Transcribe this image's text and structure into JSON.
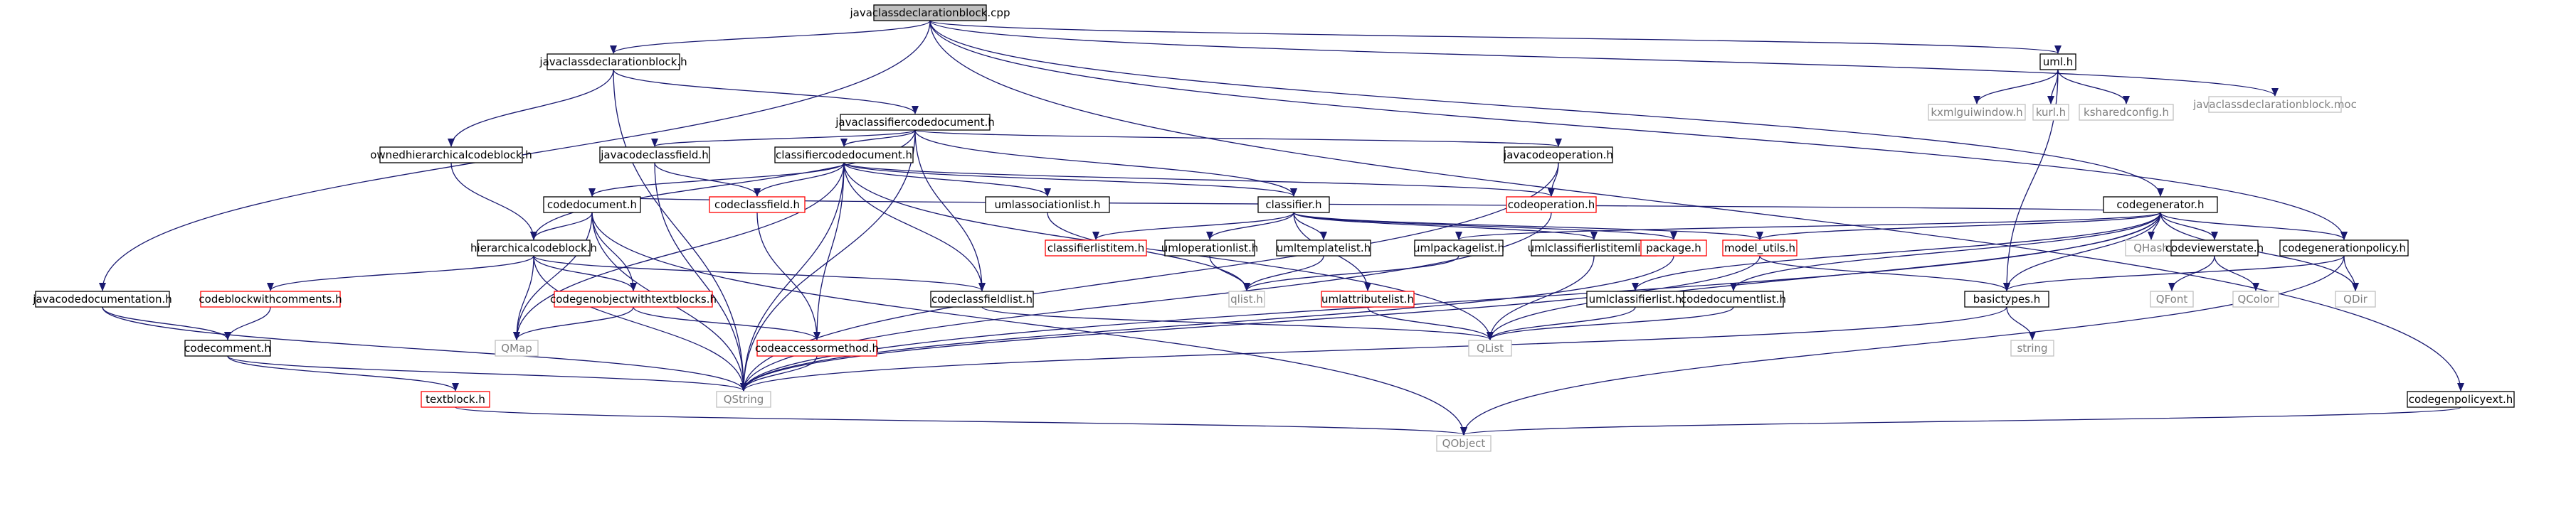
{
  "colors": {
    "edge": "#191970",
    "root_fill": "#bfbfbf",
    "normal_border": "#000000",
    "missing_border": "#ff0000",
    "external_border": "#bfbfbf",
    "external_text": "#808080"
  },
  "nodes": [
    {
      "id": "root",
      "label": "javaclassdeclarationblock.cpp",
      "kind": "root"
    },
    {
      "id": "jcdb_h",
      "label": "javaclassdeclarationblock.h",
      "kind": "normal"
    },
    {
      "id": "uml_h",
      "label": "uml.h",
      "kind": "normal"
    },
    {
      "id": "jcdb_moc",
      "label": "javaclassdeclarationblock.moc",
      "kind": "external"
    },
    {
      "id": "kxml",
      "label": "kxmlguiwindow.h",
      "kind": "external"
    },
    {
      "id": "kurl",
      "label": "kurl.h",
      "kind": "external"
    },
    {
      "id": "ksharedconfig",
      "label": "ksharedconfig.h",
      "kind": "external"
    },
    {
      "id": "jccd",
      "label": "javaclassifiercodedocument.h",
      "kind": "normal"
    },
    {
      "id": "ohcb",
      "label": "ownedhierarchicalcodeblock.h",
      "kind": "normal"
    },
    {
      "id": "jcf",
      "label": "javacodeclassfield.h",
      "kind": "normal"
    },
    {
      "id": "ccd",
      "label": "classifiercodedocument.h",
      "kind": "normal"
    },
    {
      "id": "jco",
      "label": "javacodeoperation.h",
      "kind": "normal"
    },
    {
      "id": "codegen",
      "label": "codegenerator.h",
      "kind": "normal"
    },
    {
      "id": "codedoc",
      "label": "codedocument.h",
      "kind": "normal"
    },
    {
      "id": "codeclassfield",
      "label": "codeclassfield.h",
      "kind": "missing"
    },
    {
      "id": "umlassoc",
      "label": "umlassociationlist.h",
      "kind": "normal"
    },
    {
      "id": "classifier",
      "label": "classifier.h",
      "kind": "normal"
    },
    {
      "id": "codeop",
      "label": "codeoperation.h",
      "kind": "missing"
    },
    {
      "id": "qhash",
      "label": "QHash",
      "kind": "external"
    },
    {
      "id": "cvs",
      "label": "codeviewerstate.h",
      "kind": "normal"
    },
    {
      "id": "cgp",
      "label": "codegenerationpolicy.h",
      "kind": "normal"
    },
    {
      "id": "hcb",
      "label": "hierarchicalcodeblock.h",
      "kind": "normal"
    },
    {
      "id": "cli",
      "label": "classifierlistitem.h",
      "kind": "missing"
    },
    {
      "id": "umlop",
      "label": "umloperationlist.h",
      "kind": "normal"
    },
    {
      "id": "umltmpl",
      "label": "umltemplatelist.h",
      "kind": "normal"
    },
    {
      "id": "umlpkg",
      "label": "umlpackagelist.h",
      "kind": "normal"
    },
    {
      "id": "umlcli",
      "label": "umlclassifierlistitemlist.h",
      "kind": "normal"
    },
    {
      "id": "package",
      "label": "package.h",
      "kind": "missing"
    },
    {
      "id": "modelutils",
      "label": "model_utils.h",
      "kind": "missing"
    },
    {
      "id": "jcdoc",
      "label": "javacodedocumentation.h",
      "kind": "normal"
    },
    {
      "id": "cbwc",
      "label": "codeblockwithcomments.h",
      "kind": "missing"
    },
    {
      "id": "cowtb",
      "label": "codegenobjectwithtextblocks.h",
      "kind": "missing"
    },
    {
      "id": "ccfl",
      "label": "codeclassfieldlist.h",
      "kind": "normal"
    },
    {
      "id": "qlist_h",
      "label": "qlist.h",
      "kind": "external"
    },
    {
      "id": "umlattr",
      "label": "umlattributelist.h",
      "kind": "missing"
    },
    {
      "id": "umlcl",
      "label": "umlclassifierlist.h",
      "kind": "normal"
    },
    {
      "id": "cdl",
      "label": "codedocumentlist.h",
      "kind": "normal"
    },
    {
      "id": "basictypes",
      "label": "basictypes.h",
      "kind": "normal"
    },
    {
      "id": "qfont",
      "label": "QFont",
      "kind": "external"
    },
    {
      "id": "qcolor",
      "label": "QColor",
      "kind": "external"
    },
    {
      "id": "qdir",
      "label": "QDir",
      "kind": "external"
    },
    {
      "id": "codecomment",
      "label": "codecomment.h",
      "kind": "normal"
    },
    {
      "id": "qmap",
      "label": "QMap",
      "kind": "external"
    },
    {
      "id": "cam",
      "label": "codeaccessormethod.h",
      "kind": "missing"
    },
    {
      "id": "qlist",
      "label": "QList",
      "kind": "external"
    },
    {
      "id": "string",
      "label": "string",
      "kind": "external"
    },
    {
      "id": "textblock",
      "label": "textblock.h",
      "kind": "missing"
    },
    {
      "id": "qstring",
      "label": "QString",
      "kind": "external"
    },
    {
      "id": "cgpext",
      "label": "codegenpolicyext.h",
      "kind": "normal"
    },
    {
      "id": "qobject",
      "label": "QObject",
      "kind": "external"
    }
  ],
  "edges": [
    [
      "root",
      "jcdb_h"
    ],
    [
      "root",
      "uml_h"
    ],
    [
      "root",
      "jcdb_moc"
    ],
    [
      "root",
      "jcdoc"
    ],
    [
      "root",
      "codegen"
    ],
    [
      "root",
      "cgp"
    ],
    [
      "root",
      "cgpext"
    ],
    [
      "uml_h",
      "kxml"
    ],
    [
      "uml_h",
      "kurl"
    ],
    [
      "uml_h",
      "ksharedconfig"
    ],
    [
      "uml_h",
      "basictypes"
    ],
    [
      "jcdb_h",
      "jccd"
    ],
    [
      "jcdb_h",
      "ohcb"
    ],
    [
      "jcdb_h",
      "qstring"
    ],
    [
      "jccd",
      "jcf"
    ],
    [
      "jccd",
      "ccd"
    ],
    [
      "jccd",
      "jco"
    ],
    [
      "jccd",
      "classifier"
    ],
    [
      "jccd",
      "hcb"
    ],
    [
      "jccd",
      "ccfl"
    ],
    [
      "jccd",
      "qstring"
    ],
    [
      "ohcb",
      "hcb"
    ],
    [
      "jcf",
      "codeclassfield"
    ],
    [
      "jcf",
      "qstring"
    ],
    [
      "ccd",
      "codedoc"
    ],
    [
      "ccd",
      "codeclassfield"
    ],
    [
      "ccd",
      "umlassoc"
    ],
    [
      "ccd",
      "classifier"
    ],
    [
      "ccd",
      "codeop"
    ],
    [
      "ccd",
      "ccfl"
    ],
    [
      "ccd",
      "cam"
    ],
    [
      "ccd",
      "qlist"
    ],
    [
      "ccd",
      "qmap"
    ],
    [
      "ccd",
      "qstring"
    ],
    [
      "jco",
      "codeop"
    ],
    [
      "jco",
      "qstring"
    ],
    [
      "codegen",
      "codedoc"
    ],
    [
      "codegen",
      "qhash"
    ],
    [
      "codegen",
      "cvs"
    ],
    [
      "codegen",
      "cgp"
    ],
    [
      "codegen",
      "umlpkg"
    ],
    [
      "codegen",
      "umlcl"
    ],
    [
      "codegen",
      "cdl"
    ],
    [
      "codegen",
      "basictypes"
    ],
    [
      "codegen",
      "modelutils"
    ],
    [
      "codegen",
      "qlist"
    ],
    [
      "codegen",
      "qdir"
    ],
    [
      "codegen",
      "qstring"
    ],
    [
      "codedoc",
      "hcb"
    ],
    [
      "codedoc",
      "cowtb"
    ],
    [
      "codedoc",
      "qmap"
    ],
    [
      "codedoc",
      "qstring"
    ],
    [
      "codedoc",
      "qobject"
    ],
    [
      "codeclassfield",
      "cam"
    ],
    [
      "umlassoc",
      "qlist_h"
    ],
    [
      "classifier",
      "cli"
    ],
    [
      "classifier",
      "umlop"
    ],
    [
      "classifier",
      "umltmpl"
    ],
    [
      "classifier",
      "umlcli"
    ],
    [
      "classifier",
      "package"
    ],
    [
      "classifier",
      "umlattr"
    ],
    [
      "classifier",
      "modelutils"
    ],
    [
      "codeop",
      "qstring"
    ],
    [
      "cvs",
      "qfont"
    ],
    [
      "cvs",
      "qcolor"
    ],
    [
      "cgp",
      "basictypes"
    ],
    [
      "cgp",
      "qdir"
    ],
    [
      "cgp",
      "qobject"
    ],
    [
      "hcb",
      "cbwc"
    ],
    [
      "hcb",
      "cowtb"
    ],
    [
      "hcb",
      "ccfl"
    ],
    [
      "hcb",
      "qmap"
    ],
    [
      "hcb",
      "qstring"
    ],
    [
      "umlop",
      "qlist_h"
    ],
    [
      "umltmpl",
      "qlist_h"
    ],
    [
      "umlpkg",
      "qlist_h"
    ],
    [
      "umlcli",
      "qlist"
    ],
    [
      "package",
      "qstring"
    ],
    [
      "modelutils",
      "basictypes"
    ],
    [
      "modelutils",
      "qstring"
    ],
    [
      "jcdoc",
      "codecomment"
    ],
    [
      "jcdoc",
      "qstring"
    ],
    [
      "cbwc",
      "codecomment"
    ],
    [
      "cowtb",
      "cam"
    ],
    [
      "cowtb",
      "qmap"
    ],
    [
      "ccfl",
      "qlist"
    ],
    [
      "umlattr",
      "qlist"
    ],
    [
      "umlcl",
      "qlist"
    ],
    [
      "cdl",
      "qlist"
    ],
    [
      "basictypes",
      "string"
    ],
    [
      "basictypes",
      "qstring"
    ],
    [
      "codecomment",
      "textblock"
    ],
    [
      "codecomment",
      "qstring"
    ],
    [
      "cam",
      "qstring"
    ],
    [
      "textblock",
      "qobject"
    ],
    [
      "cgpext",
      "qobject"
    ]
  ]
}
